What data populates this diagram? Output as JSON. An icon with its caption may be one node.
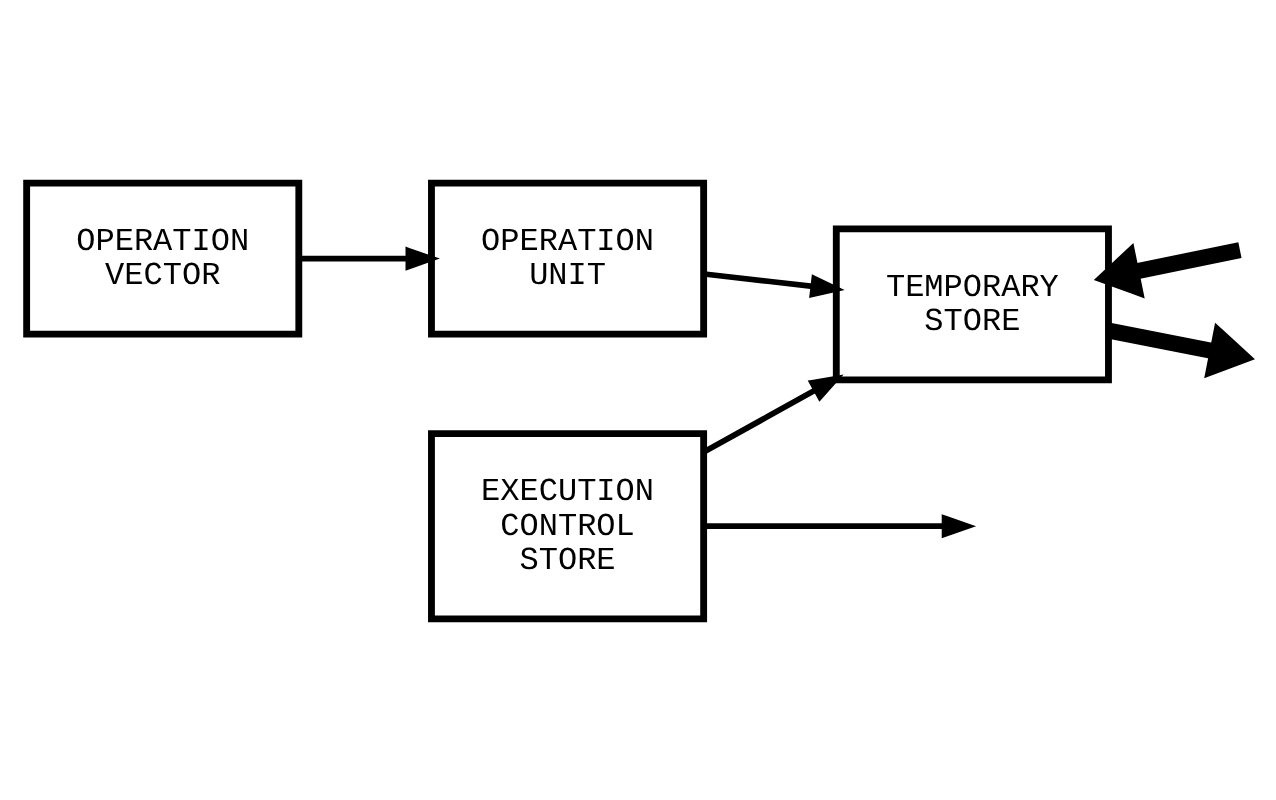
{
  "diagram": {
    "nodes": [
      {
        "text": [
          "EXECUTION CONTROL STORE"
        ]
      },
      {
        "text": [
          "OPERATION VECTOR"
        ]
      },
      {
        "text": [
          "TEMPORARY STORE"
        ]
      },
      {
        "text": [
          "OPERATION UNIT"
        ]
      }
    ],
    "edges": [
      {
        "from": 0,
        "to": 2,
        "arrow": "to"
      },
      {
        "from": 0,
        "to": null,
        "arrow": "to"
      },
      {
        "from": 1,
        "to": 3,
        "arrow": "to"
      },
      {
        "from": 3,
        "to": 2,
        "arrow": "to"
      },
      {
        "from": null,
        "to": 2,
        "arrow": "to",
        "style": "thick"
      },
      {
        "from": 2,
        "to": null,
        "arrow": "to",
        "style": "thick"
      }
    ]
  }
}
